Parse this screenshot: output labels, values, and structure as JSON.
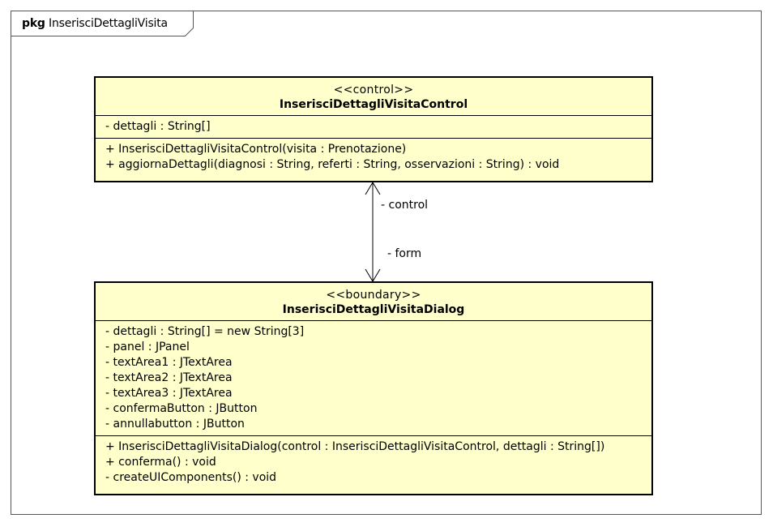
{
  "package": {
    "keyword": "pkg",
    "name": "InserisciDettagliVisita"
  },
  "control_class": {
    "stereotype": "<<control>>",
    "name": "InserisciDettagliVisitaControl",
    "attributes": [
      "- dettagli : String[]"
    ],
    "operations": [
      "+ InserisciDettagliVisitaControl(visita : Prenotazione)",
      "+ aggiornaDettagli(diagnosi : String, referti : String, osservazioni : String) : void"
    ]
  },
  "dialog_class": {
    "stereotype": "<<boundary>>",
    "name": "InserisciDettagliVisitaDialog",
    "attributes": [
      "- dettagli : String[] = new String[3]",
      "- panel : JPanel",
      "- textArea1 : JTextArea",
      "- textArea2 : JTextArea",
      "- textArea3 : JTextArea",
      "- confermaButton : JButton",
      "- annullabutton : JButton"
    ],
    "operations": [
      "+ InserisciDettagliVisitaDialog(control : InserisciDettagliVisitaControl, dettagli : String[])",
      "+ conferma() : void",
      "- createUIComponents() : void"
    ]
  },
  "association": {
    "control_role": "- control",
    "form_role": "- form"
  },
  "colors": {
    "class_fill": "#ffffcc",
    "line": "#000000",
    "frame": "#555555"
  }
}
